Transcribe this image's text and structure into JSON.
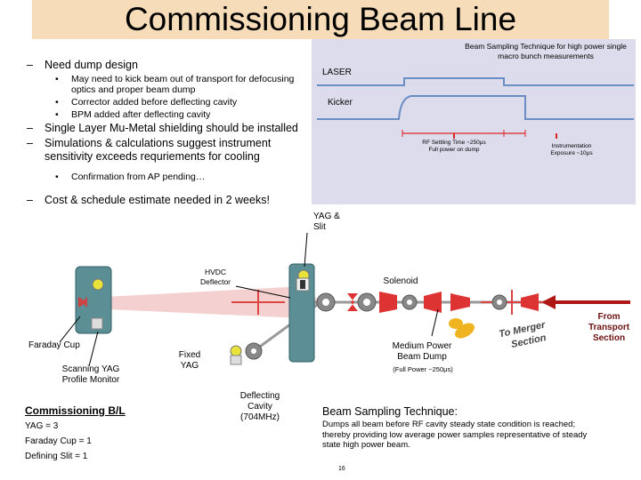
{
  "title": "Commissioning Beam Line",
  "bullets": [
    {
      "text": "Need dump design",
      "sub": [
        "May need to kick beam out of transport for defocusing optics and proper beam dump",
        "Corrector added before deflecting cavity",
        "BPM added after deflecting cavity"
      ]
    },
    {
      "text": "Single Layer Mu-Metal shielding should be installed"
    },
    {
      "text": "Simulations & calculations suggest instrument sensitivity exceeds requriements for cooling",
      "sub": [
        "Confirmation from AP pending…"
      ]
    },
    {
      "text": "Cost & schedule estimate needed in 2 weeks!"
    }
  ],
  "timing": {
    "title": "Beam Sampling Technique for high power single macro bunch measurements",
    "laser": "LASER",
    "kicker": "Kicker",
    "rf_settling": "RF Settling Time ~250μs",
    "full_power": "Full power on dump",
    "instr": "Instrumentation",
    "exposure": "Exposure ~10μs"
  },
  "diagram": {
    "yag_slit": "YAG & Slit",
    "hvdc": "HVDC Deflector",
    "solenoid": "Solenoid",
    "faraday": "Faraday Cup",
    "scanning_yag": "Scanning YAG Profile Monitor",
    "fixed_yag": "Fixed YAG",
    "deflecting": "Deflecting Cavity (704MHz)",
    "medium_dump": "Medium Power Beam Dump",
    "full_power": "(Full Power ~250μs)",
    "to_merger": "To Merger",
    "section": "Section",
    "from_transport": "From Transport Section"
  },
  "commissioning": {
    "heading": "Commissioning B/L",
    "lines": [
      "YAG = 3",
      "Faraday Cup = 1",
      "Defining Slit = 1"
    ]
  },
  "beam_sampling": {
    "title": "Beam Sampling Technique:",
    "desc": "Dumps all beam before RF cavity steady state condition is reached; thereby providing low average power samples representative of steady state high power beam."
  },
  "page_number": "16"
}
